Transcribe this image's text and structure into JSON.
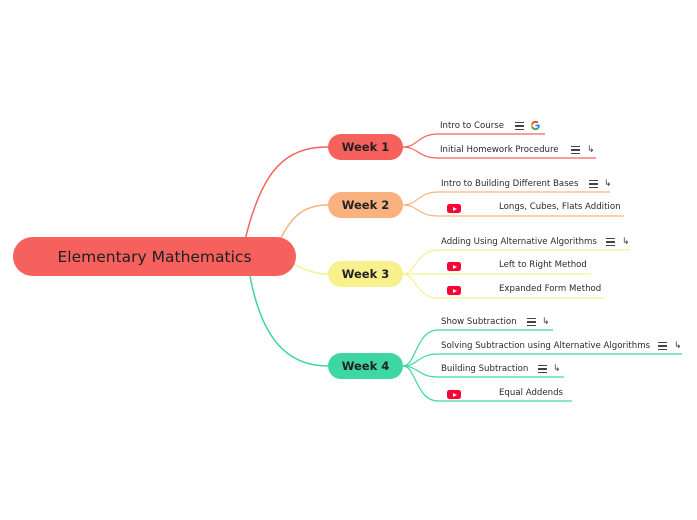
{
  "root": {
    "label": "Elementary Mathematics"
  },
  "weeks": [
    {
      "label": "Week 1",
      "color": "#f6615d"
    },
    {
      "label": "Week 2",
      "color": "#f9b27f"
    },
    {
      "label": "Week 3",
      "color": "#f7f08c"
    },
    {
      "label": "Week 4",
      "color": "#3ed6a2"
    }
  ],
  "topics": [
    {
      "label": "Intro to Course",
      "icons": [
        "notes-icon",
        "google-icon"
      ]
    },
    {
      "label": "Initial Homework Procedure",
      "icons": [
        "notes-icon",
        "link-icon"
      ]
    },
    {
      "label": "Intro to Building Different Bases",
      "icons": [
        "notes-icon",
        "link-icon"
      ]
    },
    {
      "label": "Longs, Cubes, Flats Addition",
      "icons": [
        "youtube-icon"
      ]
    },
    {
      "label": "Adding Using Alternative Algorithms",
      "icons": [
        "notes-icon",
        "link-icon"
      ]
    },
    {
      "label": "Left to Right Method",
      "icons": [
        "youtube-icon"
      ]
    },
    {
      "label": "Expanded Form Method",
      "icons": [
        "youtube-icon"
      ]
    },
    {
      "label": "Show Subtraction",
      "icons": [
        "notes-icon",
        "link-icon"
      ]
    },
    {
      "label": "Solving Subtraction using Alternative Algorithms",
      "icons": [
        "notes-icon",
        "link-icon"
      ]
    },
    {
      "label": "Building Subtraction",
      "icons": [
        "notes-icon",
        "link-icon"
      ]
    },
    {
      "label": "Equal Addends",
      "icons": [
        "youtube-icon"
      ]
    }
  ]
}
